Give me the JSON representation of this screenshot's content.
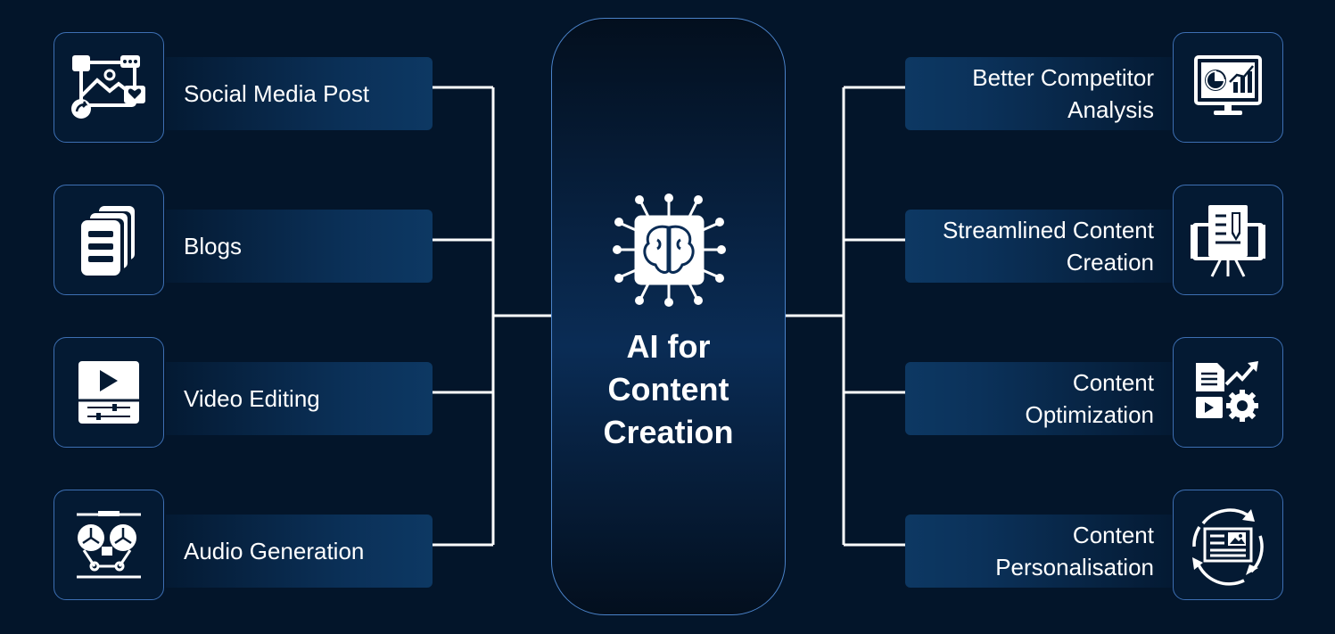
{
  "center": {
    "title_lines": [
      "AI for",
      "Content",
      "Creation"
    ],
    "icon": "ai-brain-chip-icon"
  },
  "left_items": [
    {
      "label": "Social Media Post",
      "icon": "social-media-icon"
    },
    {
      "label": "Blogs",
      "icon": "blog-documents-icon"
    },
    {
      "label": "Video Editing",
      "icon": "video-editing-icon"
    },
    {
      "label": "Audio Generation",
      "icon": "audio-reel-icon"
    }
  ],
  "right_items": [
    {
      "lines": [
        "Better Competitor",
        "Analysis"
      ],
      "icon": "analytics-monitor-icon"
    },
    {
      "lines": [
        "Streamlined Content",
        "Creation"
      ],
      "icon": "content-easel-icon"
    },
    {
      "lines": [
        "Content",
        "Optimization"
      ],
      "icon": "content-optimization-icon"
    },
    {
      "lines": [
        "Content",
        "Personalisation"
      ],
      "icon": "personalisation-cycle-icon"
    }
  ],
  "colors": {
    "background": "#03152a",
    "border": "#3d6fb3",
    "connector": "#ffffff"
  }
}
